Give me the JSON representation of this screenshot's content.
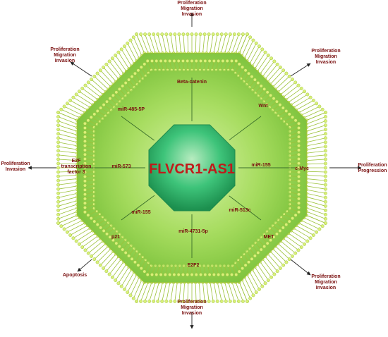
{
  "center": {
    "label": "FLVCR1-AS1"
  },
  "colors": {
    "membrane": "#d9f07a",
    "membrane_stroke": "#9cc23a",
    "outer_fill": "#8fd24a",
    "inner_fill": "#2fb86a",
    "center_text": "#c11a1a",
    "node_text": "#7a1010",
    "arrow": "#222222"
  },
  "inner_nodes": [
    {
      "label": "Beta-catenin"
    },
    {
      "label": "Wnt"
    },
    {
      "label": "miR-155"
    },
    {
      "label": "c-Myc"
    },
    {
      "label": "miR-513c"
    },
    {
      "label": "MET"
    },
    {
      "label": "miR-4731-5p"
    },
    {
      "label": "E2F2"
    },
    {
      "label": "miR-155"
    },
    {
      "label": "p21"
    },
    {
      "label": "miR-573"
    },
    {
      "label": "E2F transcription factor 3"
    },
    {
      "label": "miR-485-5P"
    }
  ],
  "outcomes": [
    {
      "lines": [
        "Proliferation",
        "Migration",
        "Invasion"
      ]
    },
    {
      "lines": [
        "Proliferation",
        "Migration",
        "Invasion"
      ]
    },
    {
      "lines": [
        "Proliferation",
        "Progression"
      ]
    },
    {
      "lines": [
        "Proliferation",
        "Migration",
        "Invasion"
      ]
    },
    {
      "lines": [
        "Proliferation",
        "Migration",
        "Invasion"
      ]
    },
    {
      "lines": [
        "Apoptosis"
      ]
    },
    {
      "lines": [
        "Proliferation",
        "Invasion"
      ]
    },
    {
      "lines": [
        "Proliferation",
        "Migration",
        "Invasion"
      ]
    }
  ]
}
